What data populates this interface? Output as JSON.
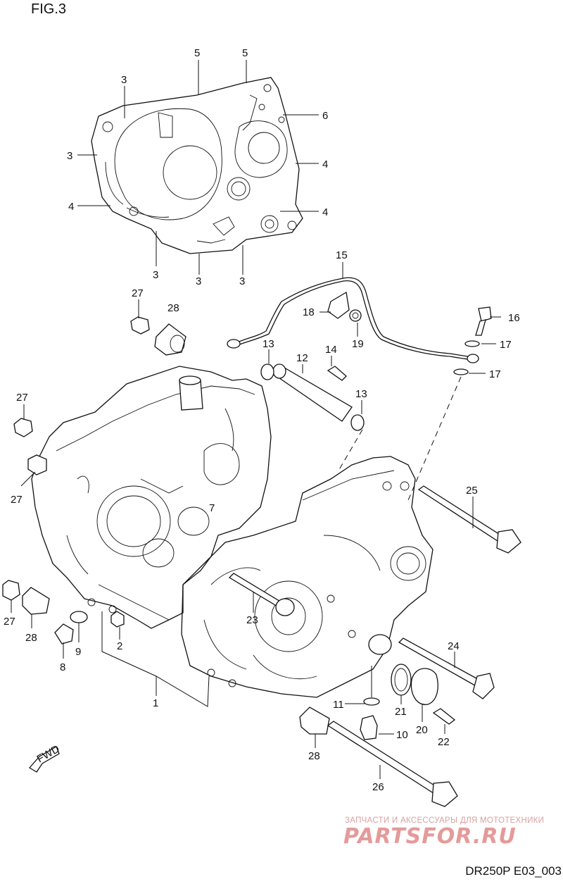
{
  "figure": {
    "title": "FIG.3",
    "code": "DR250P E03_003",
    "fwd_marker": "FWD"
  },
  "watermark": {
    "tagline": "ЗАПЧАСТИ И АКСЕССУАРЫ ДЛЯ МОТОТЕХНИКИ",
    "logo": "PARTSFOR.RU"
  },
  "callouts": [
    {
      "id": "c5a",
      "text": "5"
    },
    {
      "id": "c5b",
      "text": "5"
    },
    {
      "id": "c3a",
      "text": "3"
    },
    {
      "id": "c6",
      "text": "6"
    },
    {
      "id": "c3b",
      "text": "3"
    },
    {
      "id": "c4a",
      "text": "4"
    },
    {
      "id": "c4b",
      "text": "4"
    },
    {
      "id": "c4c",
      "text": "4"
    },
    {
      "id": "c3c",
      "text": "3"
    },
    {
      "id": "c3d",
      "text": "3"
    },
    {
      "id": "c3e",
      "text": "3"
    },
    {
      "id": "c15",
      "text": "15"
    },
    {
      "id": "c27a",
      "text": "27"
    },
    {
      "id": "c28a",
      "text": "28"
    },
    {
      "id": "c18",
      "text": "18"
    },
    {
      "id": "c16",
      "text": "16"
    },
    {
      "id": "c19",
      "text": "19"
    },
    {
      "id": "c17a",
      "text": "17"
    },
    {
      "id": "c13a",
      "text": "13"
    },
    {
      "id": "c14",
      "text": "14"
    },
    {
      "id": "c12",
      "text": "12"
    },
    {
      "id": "c17b",
      "text": "17"
    },
    {
      "id": "c13b",
      "text": "13"
    },
    {
      "id": "c27b",
      "text": "27"
    },
    {
      "id": "c27c",
      "text": "27"
    },
    {
      "id": "c7",
      "text": "7"
    },
    {
      "id": "c25",
      "text": "25"
    },
    {
      "id": "c27d",
      "text": "27"
    },
    {
      "id": "c28b",
      "text": "28"
    },
    {
      "id": "c23",
      "text": "23"
    },
    {
      "id": "c9",
      "text": "9"
    },
    {
      "id": "c2",
      "text": "2"
    },
    {
      "id": "c24",
      "text": "24"
    },
    {
      "id": "c8",
      "text": "8"
    },
    {
      "id": "c1",
      "text": "1"
    },
    {
      "id": "c11",
      "text": "11"
    },
    {
      "id": "c21",
      "text": "21"
    },
    {
      "id": "c20",
      "text": "20"
    },
    {
      "id": "c10",
      "text": "10"
    },
    {
      "id": "c22",
      "text": "22"
    },
    {
      "id": "c28c",
      "text": "28"
    },
    {
      "id": "c26",
      "text": "26"
    }
  ]
}
